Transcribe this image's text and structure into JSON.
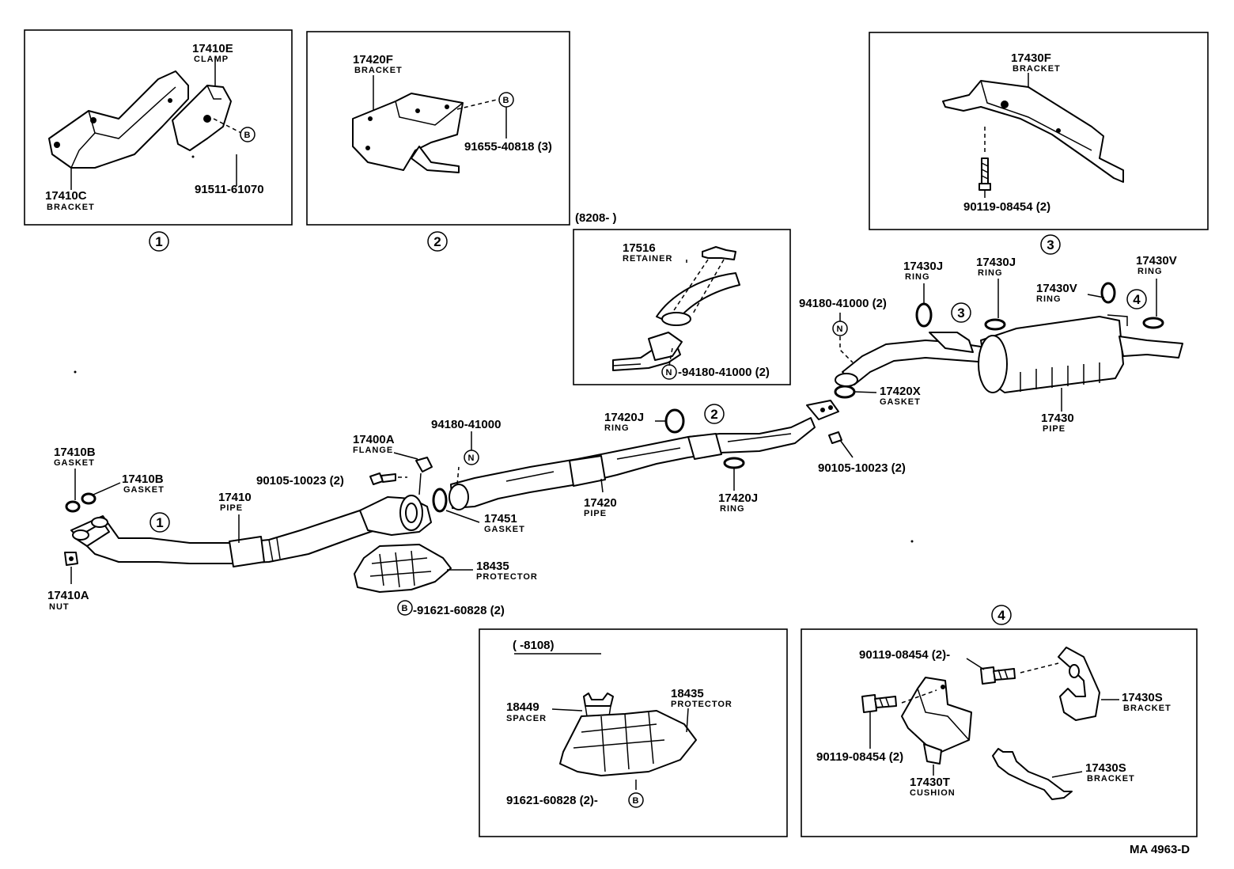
{
  "diagram": {
    "code": "MA 4963-D",
    "callouts": {
      "c1": "1",
      "c2": "2",
      "c3": "3",
      "c4": "4"
    },
    "markers": {
      "b": "B",
      "n": "N"
    },
    "box1": {
      "clamp_pn": "17410E",
      "clamp_nm": "CLAMP",
      "bracket_pn": "17410C",
      "bracket_nm": "BRACKET",
      "bolt_pn": "91511-61070"
    },
    "box2": {
      "bracket_pn": "17420F",
      "bracket_nm": "BRACKET",
      "bolt_pn": "91655-40818 (3)"
    },
    "box3": {
      "bracket_pn": "17430F",
      "bracket_nm": "BRACKET",
      "bolt_pn": "90119-08454 (2)"
    },
    "box_retainer": {
      "range": "(8208-        )",
      "retainer_pn": "17516",
      "retainer_nm": "RETAINER",
      "bolt_pn": "-94180-41000 (2)"
    },
    "box_protector": {
      "range": "(        -8108)",
      "spacer_pn": "18449",
      "spacer_nm": "SPACER",
      "protector_pn": "18435",
      "protector_nm": "PROTECTOR",
      "bolt_pn": "91621-60828 (2)-"
    },
    "box4": {
      "bolt1_pn": "90119-08454 (2)-",
      "bolt2_pn": "90119-08454 (2)",
      "bracket1_pn": "17430S",
      "bracket1_nm": "BRACKET",
      "cushion_pn": "17430T",
      "cushion_nm": "CUSHION",
      "bracket2_pn": "17430S",
      "bracket2_nm": "BRACKET"
    },
    "main": {
      "gasket_b1_pn": "17410B",
      "gasket_b1_nm": "GASKET",
      "gasket_b2_pn": "17410B",
      "gasket_b2_nm": "GASKET",
      "pipe1_pn": "17410",
      "pipe1_nm": "PIPE",
      "nut_pn": "17410A",
      "nut_nm": "NUT",
      "flange_pn": "17400A",
      "flange_nm": "FLANGE",
      "bolt_a_pn": "90105-10023 (2)",
      "bolt_n_pn": "94180-41000",
      "gasket51_pn": "17451",
      "gasket51_nm": "GASKET",
      "protector_pn": "18435",
      "protector_nm": "PROTECTOR",
      "protector_bolt_pn": "-91621-60828 (2)",
      "ring_j1_pn": "17420J",
      "ring_j1_nm": "RING",
      "pipe2_pn": "17420",
      "pipe2_nm": "PIPE",
      "ring_j2_pn": "17420J",
      "ring_j2_nm": "RING",
      "bolt_n2_pn": "94180-41000 (2)",
      "gasket_x_pn": "17420X",
      "gasket_x_nm": "GASKET",
      "bolt_b_pn": "90105-10023 (2)",
      "ring_30j1_pn": "17430J",
      "ring_30j1_nm": "RING",
      "ring_30j2_pn": "17430J",
      "ring_30j2_nm": "RING",
      "ring_v1_pn": "17430V",
      "ring_v1_nm": "RING",
      "ring_v2_pn": "17430V",
      "ring_v2_nm": "RING",
      "pipe3_pn": "17430",
      "pipe3_nm": "PIPE"
    }
  }
}
